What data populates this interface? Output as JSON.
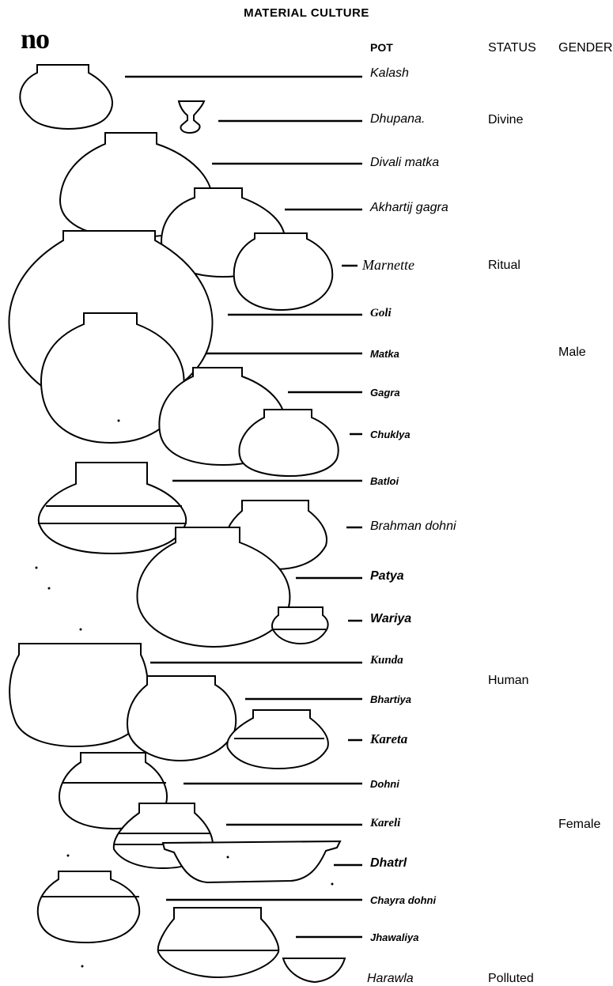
{
  "header": {
    "title": "MATERIAL CULTURE",
    "corner_mark": "no"
  },
  "columns": {
    "pot": "POT",
    "status": "STATUS",
    "gender": "GENDER"
  },
  "pots": [
    "Kalash",
    "Dhupana.",
    "Divali matka",
    "Akhartij gagra",
    "Marnette",
    "Goli",
    "Matka",
    "Gagra",
    "Chuklya",
    "Batloi",
    "Brahman dohni",
    "Patya",
    "Wariya",
    "Kunda",
    "Bhartiya",
    "Kareta",
    "Dohni",
    "Kareli",
    "Dhatrl",
    "Chayra dohni",
    "Jhawaliya",
    "Harawla"
  ],
  "status": {
    "divine": "Divine",
    "ritual": "Ritual",
    "human": "Human",
    "polluted": "Polluted"
  },
  "gender": {
    "male": "Male",
    "female": "Female"
  }
}
